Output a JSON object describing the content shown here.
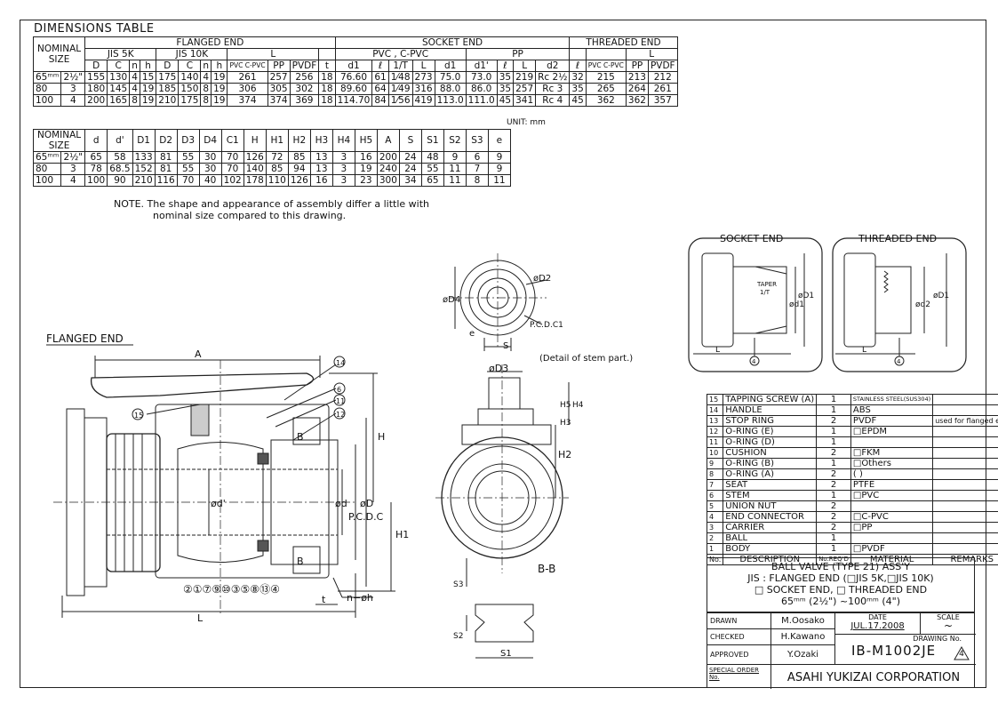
{
  "dimensions_table": {
    "title": "DIMENSIONS TABLE",
    "hdr_nominal": "NOMINAL",
    "hdr_size": "SIZE",
    "hdr_flanged": "FLANGED  END",
    "hdr_socket": "SOCKET  END",
    "hdr_threaded": "THREADED  END",
    "hdr_jis5k": "JIS 5K",
    "hdr_jis10k": "JIS 10K",
    "hdr_L": "L",
    "hdr_pvc_cpvc": "PVC , C-PVC",
    "hdr_pp": "PP",
    "cols": [
      "D",
      "C",
      "n",
      "h",
      "D",
      "C",
      "n",
      "h",
      "PVC C-PVC",
      "PP",
      "PVDF",
      "t",
      "d1",
      "ℓ",
      "1/T",
      "L",
      "d1",
      "d1'",
      "ℓ",
      "L",
      "d2",
      "ℓ",
      "PVC C-PVC",
      "PP",
      "PVDF"
    ],
    "rows": [
      [
        "65ᵐᵐ",
        "2½\"",
        "155",
        "130",
        "4",
        "15",
        "175",
        "140",
        "4",
        "19",
        "261",
        "257",
        "256",
        "18",
        "76.60",
        "61",
        "1⁄48",
        "273",
        "75.0",
        "73.0",
        "35",
        "219",
        "Rc 2½",
        "32",
        "215",
        "213",
        "212"
      ],
      [
        "80",
        "3",
        "180",
        "145",
        "4",
        "19",
        "185",
        "150",
        "8",
        "19",
        "306",
        "305",
        "302",
        "18",
        "89.60",
        "64",
        "1⁄49",
        "316",
        "88.0",
        "86.0",
        "35",
        "257",
        "Rc 3",
        "35",
        "265",
        "264",
        "261"
      ],
      [
        "100",
        "4",
        "200",
        "165",
        "8",
        "19",
        "210",
        "175",
        "8",
        "19",
        "374",
        "374",
        "369",
        "18",
        "114.70",
        "84",
        "1⁄56",
        "419",
        "113.0",
        "111.0",
        "45",
        "341",
        "Rc 4",
        "45",
        "362",
        "362",
        "357"
      ]
    ],
    "unit": "UNIT: mm"
  },
  "second_table": {
    "cols": [
      "d",
      "d'",
      "D1",
      "D2",
      "D3",
      "D4",
      "C1",
      "H",
      "H1",
      "H2",
      "H3",
      "H4",
      "H5",
      "A",
      "S",
      "S1",
      "S2",
      "S3",
      "e"
    ],
    "rows": [
      [
        "65ᵐᵐ",
        "2½\"",
        "65",
        "58",
        "133",
        "81",
        "55",
        "30",
        "70",
        "126",
        "72",
        "85",
        "13",
        "3",
        "16",
        "200",
        "24",
        "48",
        "9",
        "6",
        "9"
      ],
      [
        "80",
        "3",
        "78",
        "68.5",
        "152",
        "81",
        "55",
        "30",
        "70",
        "140",
        "85",
        "94",
        "13",
        "3",
        "19",
        "240",
        "24",
        "55",
        "11",
        "7",
        "9"
      ],
      [
        "100",
        "4",
        "100",
        "90",
        "210",
        "116",
        "70",
        "40",
        "102",
        "178",
        "110",
        "126",
        "16",
        "3",
        "23",
        "300",
        "34",
        "65",
        "11",
        "8",
        "11"
      ]
    ]
  },
  "note": {
    "line1": "NOTE.  The shape and appearance of assembly differ a little with",
    "line2": "nominal size compared to this drawing."
  },
  "drawing": {
    "flanged_end_label": "FLANGED  END",
    "socket_end_label": "SOCKET  END",
    "threaded_end_label": "THREADED  END",
    "stem_detail": "(Detail of stem part.)",
    "section_bb": "B-B",
    "dim_A": "A",
    "dim_H": "H",
    "dim_H1": "H1",
    "dim_H2": "H2",
    "dim_H4": "H4",
    "dim_H5": "H5",
    "dim_H3": "H3",
    "dim_L": "L",
    "dim_t": "t",
    "dim_noh": "n−øh",
    "dim_od": "ød",
    "dim_odp": "ød'",
    "dim_pcdc": "P.C.D.C",
    "dim_oD": "øD",
    "dim_oD3": "øD3",
    "dim_oD4": "øD4",
    "dim_oD2": "øD2",
    "dim_pcdc1": "P.C.D.C1",
    "dim_e": "e",
    "dim_S": "S",
    "dim_S1": "S1",
    "dim_S2": "S2",
    "dim_S3": "S3",
    "dim_B": "B",
    "callout_row": "②①⑦⑨⑩③⑤⑧⑬④",
    "taper": "TAPER",
    "taper_val": "1/T",
    "d1": "ød1",
    "D1": "øD1",
    "d2": "ød2",
    "callouts": [
      "14",
      "6",
      "11",
      "12",
      "15",
      "4",
      "4"
    ]
  },
  "parts_list": {
    "items": [
      [
        "15",
        "TAPPING SCREW (A)",
        "1",
        "STAINLESS STEEL(SUS304)",
        ""
      ],
      [
        "14",
        "HANDLE",
        "1",
        "ABS",
        ""
      ],
      [
        "13",
        "STOP  RING",
        "2",
        "PVDF",
        "used for flanged end"
      ],
      [
        "12",
        "O-RING (E)",
        "1",
        "□EPDM",
        ""
      ],
      [
        "11",
        "O-RING (D)",
        "1",
        "",
        ""
      ],
      [
        "10",
        "CUSHION",
        "2",
        "□FKM",
        ""
      ],
      [
        "9",
        "O-RING (B)",
        "1",
        "□Others",
        ""
      ],
      [
        "8",
        "O-RING (A)",
        "2",
        "(          )",
        ""
      ],
      [
        "7",
        "SEAT",
        "2",
        "PTFE",
        ""
      ],
      [
        "6",
        "STEM",
        "1",
        "□PVC",
        ""
      ],
      [
        "5",
        "UNION  NUT",
        "2",
        "",
        ""
      ],
      [
        "4",
        "END  CONNECTOR",
        "2",
        "□C-PVC",
        ""
      ],
      [
        "3",
        "CARRIER",
        "2",
        "□PP",
        ""
      ],
      [
        "2",
        "BALL",
        "1",
        "",
        ""
      ],
      [
        "1",
        "BODY",
        "1",
        "□PVDF",
        ""
      ]
    ],
    "hdr": [
      "No.",
      "DESCRIPTION",
      "No.REQ'D",
      "MATERIAL",
      "REMARKS"
    ]
  },
  "title_block": {
    "line1": "BALL  VALVE  (TYPE 21)  ASS'Y",
    "line2": "JIS : FLANGED END (□JIS 5K,□JIS 10K)",
    "line3": "□ SOCKET END,  □ THREADED END",
    "line4": "65ᵐᵐ (2½\") ~100ᵐᵐ (4\")",
    "drawn_label": "DRAWN",
    "drawn": "M.Oosako",
    "checked_label": "CHECKED",
    "checked": "H.Kawano",
    "approved_label": "APPROVED",
    "approved": "Y.Ozaki",
    "date_label": "DATE",
    "date": "JUL.17.2008",
    "scale_label": "SCALE",
    "scale": "~",
    "drawing_no_label": "DRAWING No.",
    "drawing_no": "IB-M1002JE",
    "rev": "4",
    "special_order": "SPECIAL ORDER No.",
    "company": "ASAHI YUKIZAI CORPORATION"
  }
}
